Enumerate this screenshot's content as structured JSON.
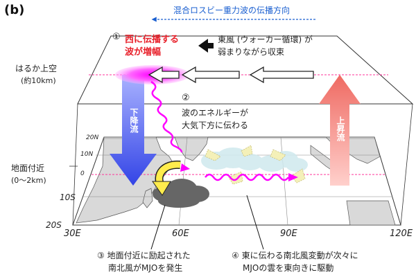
{
  "panel_label": "(b)",
  "header": {
    "propagation_label": "混合ロスビー重力波の伝播方向"
  },
  "upper_layer": {
    "label_line1": "はるか上空",
    "label_line2": "(約10km)",
    "step1_num": "①",
    "step1_line1": "西に伝播する",
    "step1_line2": "波が増幅",
    "easterly_line1": "東風 (ウォーカー循環) が",
    "easterly_line2": "弱まりながら収束"
  },
  "middle": {
    "step2_num": "②",
    "step2_line1": "波のエネルギーが",
    "step2_line2": "大気下方に伝わる",
    "downflow_label": "下降流",
    "upflow_label": "上昇流"
  },
  "surface_layer": {
    "label_line1": "地面付近",
    "label_line2": "(0〜2km)"
  },
  "map_axes": {
    "lat_labels": [
      "20N",
      "10N",
      "0",
      "10S",
      "20S"
    ],
    "lon_labels": [
      "30E",
      "60E",
      "90E",
      "120E"
    ]
  },
  "bottom": {
    "step3_line1": "③ 地面付近に励起された",
    "step3_line2": "南北風がMJOを発生",
    "step4_line1": "④ 東に伝わる南北風変動が次々に",
    "step4_line2": "MJOの雲を東向きに駆動"
  },
  "colors": {
    "header_blue": "#1a5fd0",
    "step1_red": "#e8202a",
    "wave_magenta": "#ff00ff",
    "downflow_blue": "#3a4ee8",
    "upflow_red": "#f0706a",
    "land_gray": "#d6d6d6",
    "cloud_dark": "#6b6b6b",
    "cloud_light": "#c9e6ec"
  }
}
